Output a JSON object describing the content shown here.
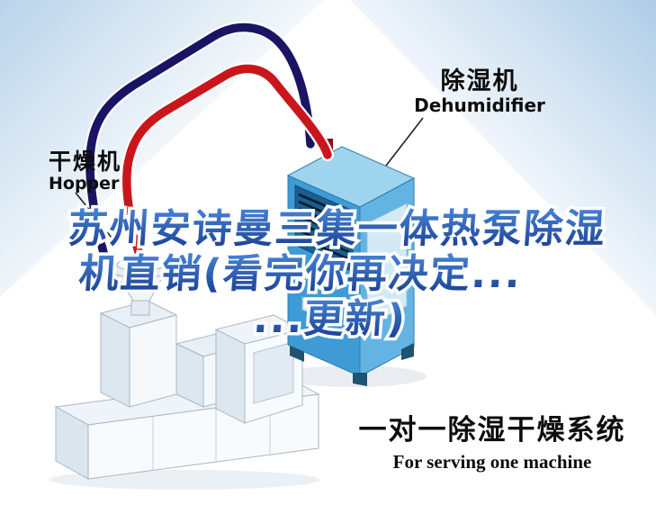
{
  "device_labels": {
    "dehumidifier": {
      "cn": "除湿机",
      "en": "Dehumidifier"
    },
    "hopper": {
      "cn": "干燥机",
      "en": "Hopper"
    }
  },
  "overlay_title": {
    "line1": "苏州安诗曼三集一体热泵除湿",
    "line2": "机直销(看完你再决定...",
    "line3": "...更新)"
  },
  "caption": {
    "cn": "一对一除湿干燥系统",
    "en": "For serving one machine"
  },
  "colors": {
    "pipe_red": "#c9161d",
    "pipe_navy": "#1b1464",
    "dehumidifier_front": "#3e9bd5",
    "dehumidifier_side": "#63b4e2",
    "dehumidifier_top": "#9fd4ef",
    "overlay_top": "#4a86d8",
    "overlay_bottom": "#173b8f",
    "label_text": "#0d0d0d"
  }
}
